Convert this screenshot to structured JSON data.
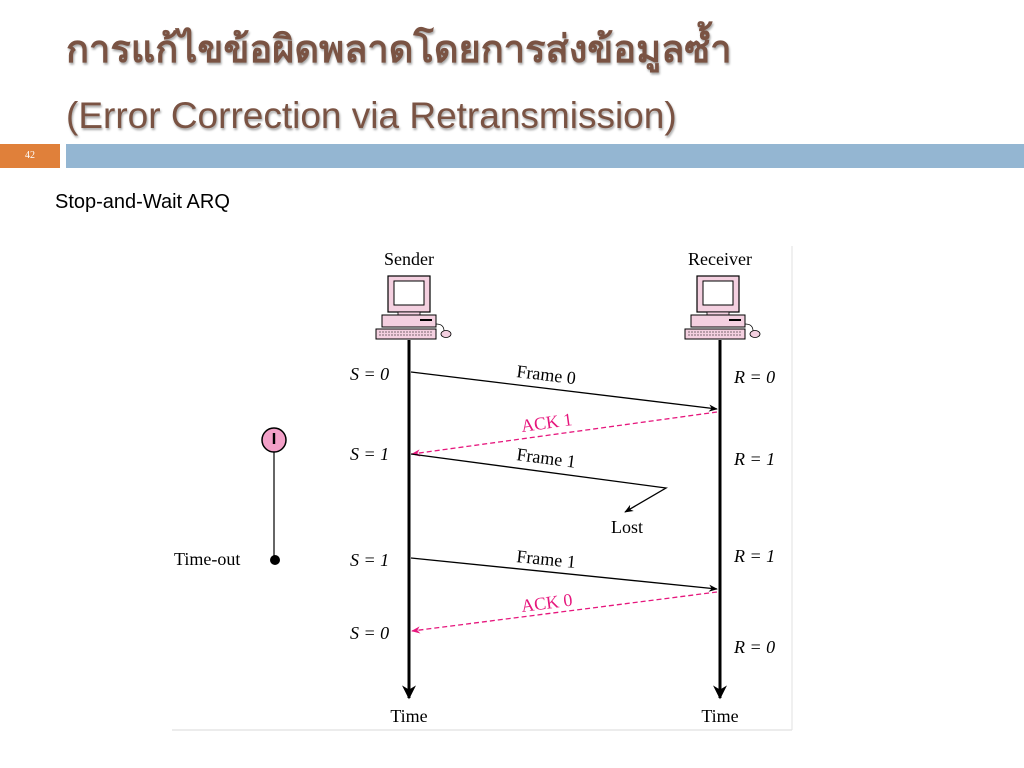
{
  "slide": {
    "title_thai": "การแก้ไขข้อผิดพลาดโดยการส่งข้อมูลซ้ำ",
    "title_english": "(Error Correction via Retransmission)",
    "number": "42",
    "subtitle": "Stop-and-Wait ARQ"
  },
  "colors": {
    "title": "#7a5343",
    "slide_number_box": "#e0803a",
    "header_bar": "#94b6d2",
    "data_frame": "#000000",
    "ack": "#e6177d",
    "timer_circle": "#f3a0c8"
  },
  "diagram": {
    "sender_label": "Sender",
    "receiver_label": "Receiver",
    "sender_time_label": "Time",
    "receiver_time_label": "Time",
    "sender_states": [
      "S = 0",
      "S = 1",
      "S = 1",
      "S = 0"
    ],
    "receiver_states": [
      "R = 0",
      "R = 1",
      "R = 1",
      "R = 0"
    ],
    "messages": [
      {
        "label": "Frame 0",
        "kind": "data"
      },
      {
        "label": "ACK 1",
        "kind": "ack"
      },
      {
        "label": "Frame 1",
        "kind": "data-lost"
      },
      {
        "label": "Frame 1",
        "kind": "data"
      },
      {
        "label": "ACK 0",
        "kind": "ack"
      }
    ],
    "lost_label": "Lost",
    "timer_label": "Time-out"
  }
}
